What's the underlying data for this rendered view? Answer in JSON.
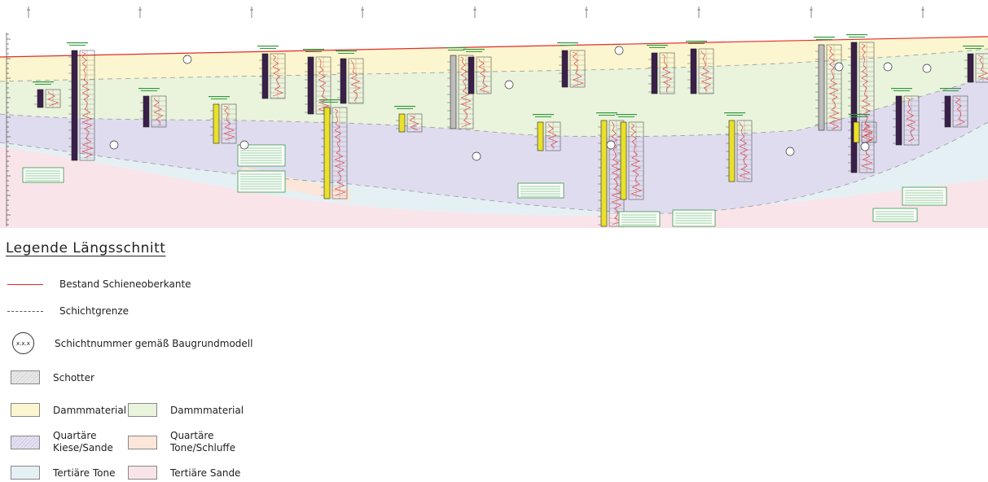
{
  "legend": {
    "title": "Legende Längsschnitt",
    "items": [
      {
        "label": "Bestand Schieneoberkante",
        "kind": "line",
        "color": "#e52b2b"
      },
      {
        "label": "Schichtgrenze",
        "kind": "dashed-line",
        "color": "#555555"
      },
      {
        "label": "Schichtnummer gemäß Baugrundmodell",
        "kind": "circle",
        "symbol": "x.x.x"
      },
      {
        "label": "Schotter",
        "kind": "swatch",
        "color": "#e4e4e4"
      },
      {
        "label": "Dammmaterial",
        "kind": "swatch",
        "color": "#fbf6cf"
      },
      {
        "label": "Dammmaterial",
        "kind": "swatch",
        "color": "#eaf3dc"
      },
      {
        "label": "Quartäre\nKiese/Sande",
        "kind": "swatch",
        "color": "#e0dcef"
      },
      {
        "label": "Quartäre\nTone/Schluffe",
        "kind": "swatch",
        "color": "#fbe6d9"
      },
      {
        "label": "Tertiäre Tone",
        "kind": "swatch",
        "color": "#e4f0f4"
      },
      {
        "label": "Tertiäre Sande",
        "kind": "swatch",
        "color": "#f9e4ea"
      }
    ]
  },
  "section": {
    "layer_colors": {
      "schotter": "#e4e4e4",
      "damm_yellow": "#fbf6cf",
      "damm_green": "#eaf3dc",
      "quartaer_kies": "#e0dcef",
      "quartaer_ton": "#fbe6d9",
      "tertiaer_ton": "#e4f0f4",
      "tertiaer_sand": "#f9e4ea",
      "rail_line": "#e52b2b",
      "boring_dark": "#3a1f4a",
      "boring_yellow": "#e9e12a"
    }
  }
}
